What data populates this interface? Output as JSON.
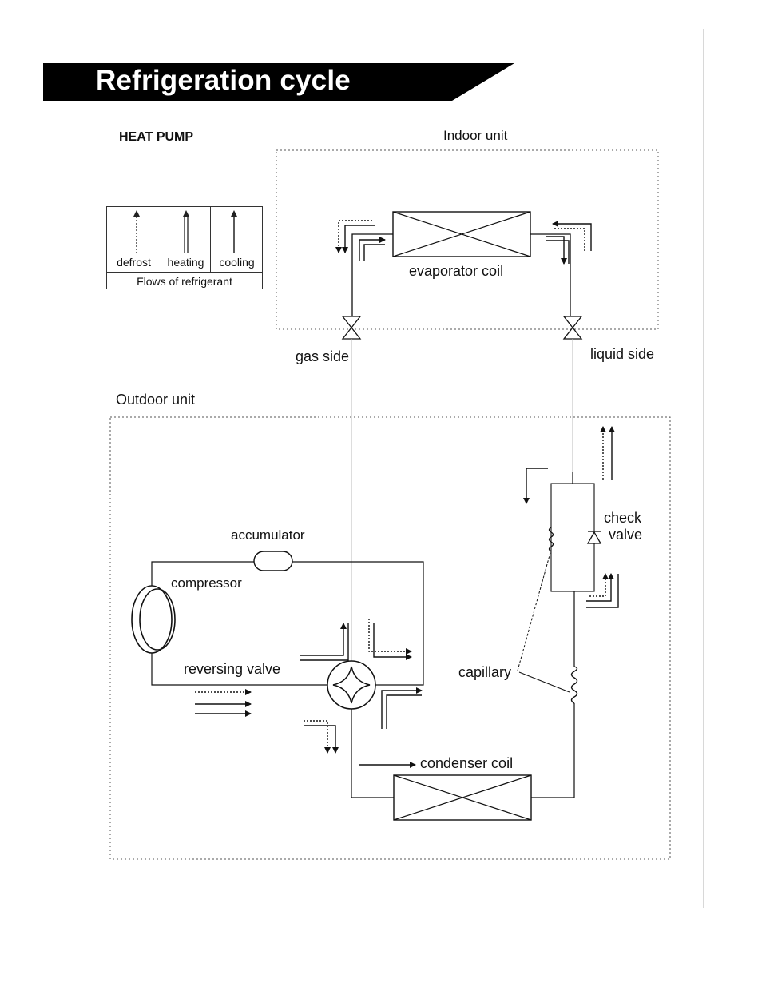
{
  "title": "Refrigeration cycle",
  "mode": "HEAT PUMP",
  "legend": {
    "items": [
      "defrost",
      "heating",
      "cooling"
    ],
    "caption": "Flows of refrigerant"
  },
  "indoor_unit": {
    "label": "Indoor unit",
    "evaporator_label": "evaporator coil",
    "gas_side_label": "gas side",
    "liquid_side_label": "liquid side"
  },
  "outdoor_unit": {
    "label": "Outdoor unit",
    "accumulator_label": "accumulator",
    "compressor_label": "compressor",
    "reversing_valve_label": "reversing valve",
    "condenser_label": "condenser coil",
    "check_valve_label_line1": "check",
    "check_valve_label_line2": "valve",
    "capillary_label": "capillary"
  }
}
